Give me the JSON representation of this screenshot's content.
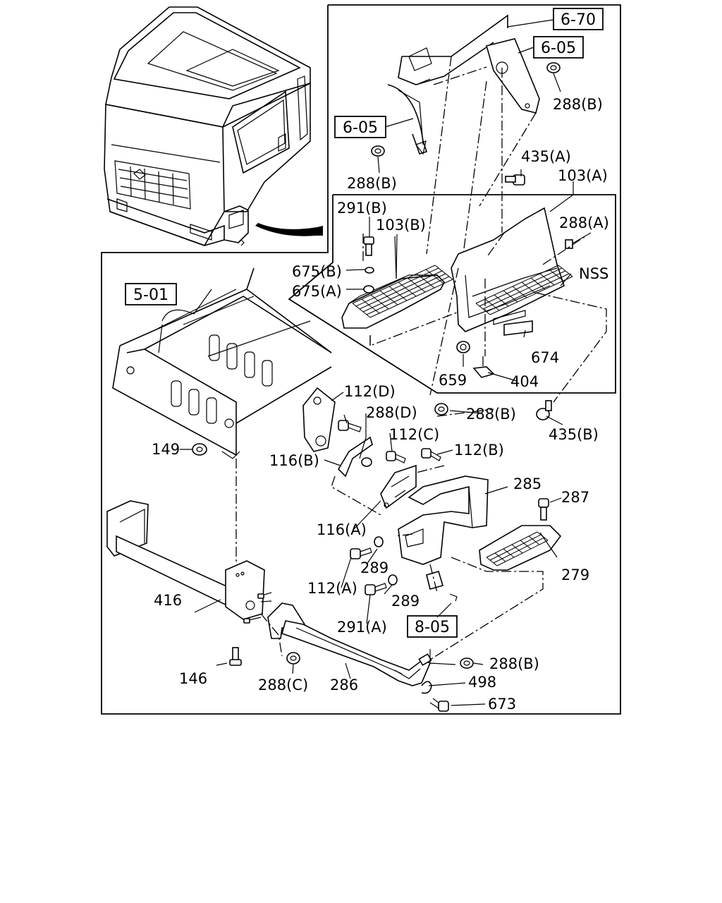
{
  "labels": {
    "p670": "6-70",
    "p605a": "6-05",
    "p605b": "6-05",
    "p501": "5-01",
    "p805": "8-05",
    "p288b_1": "288(B)",
    "p288b_2": "288(B)",
    "p288b_3": "288(B)",
    "p288b_4": "288(B)",
    "p435a": "435(A)",
    "p103a": "103(A)",
    "p291b": "291(B)",
    "p103b": "103(B)",
    "p288a": "288(A)",
    "p675b": "675(B)",
    "p675a": "675(A)",
    "pnss": "NSS",
    "p674": "674",
    "p659": "659",
    "p404": "404",
    "p435b": "435(B)",
    "p112d": "112(D)",
    "p288d": "288(D)",
    "p112c": "112(C)",
    "p112b": "112(B)",
    "p149": "149",
    "p116b": "116(B)",
    "p285": "285",
    "p287": "287",
    "p116a": "116(A)",
    "p289_1": "289",
    "p289_2": "289",
    "p279": "279",
    "p112a": "112(A)",
    "p291a": "291(A)",
    "p416": "416",
    "p146": "146",
    "p288c": "288(C)",
    "p286": "286",
    "p498": "498",
    "p673": "673"
  }
}
